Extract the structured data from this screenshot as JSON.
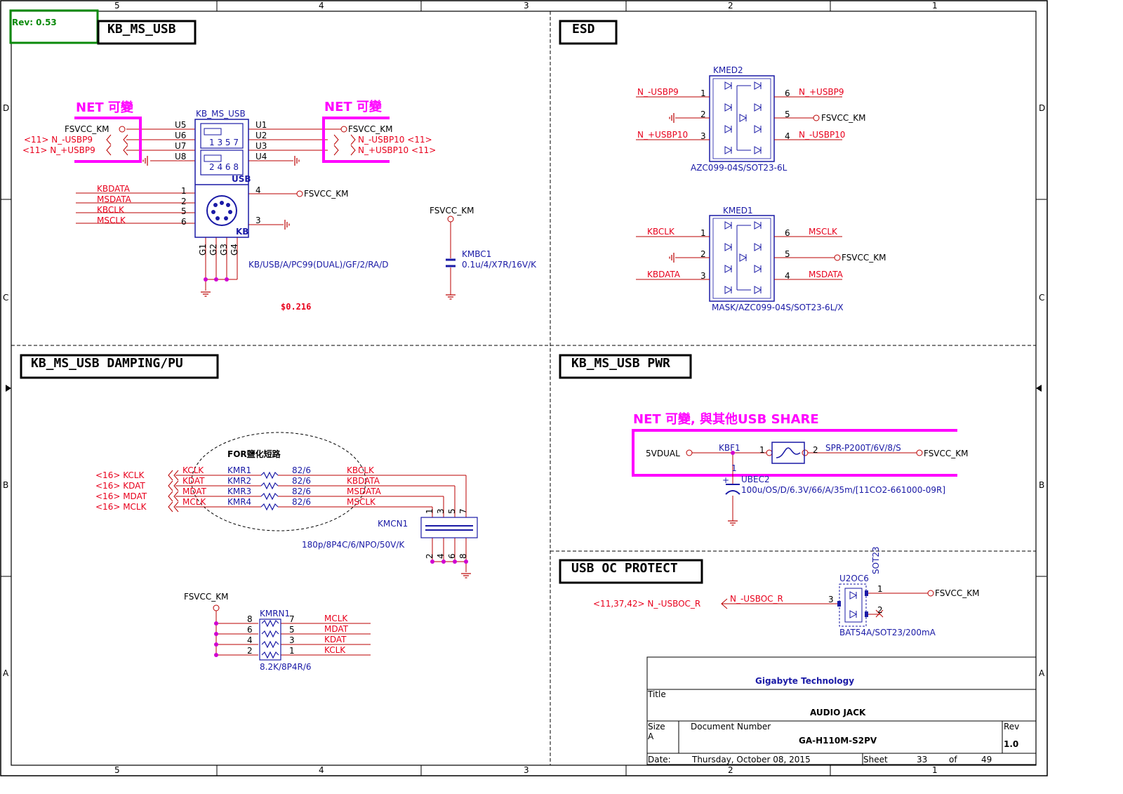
{
  "rev_box": "Rev: 0.53",
  "border": {
    "cols": [
      "5",
      "4",
      "3",
      "2",
      "1"
    ],
    "rows": [
      "D",
      "C",
      "B",
      "A"
    ]
  },
  "sections": {
    "kb_ms_usb": "KB_MS_USB",
    "esd": "ESD",
    "damping": "KB_MS_USB DAMPING/PU",
    "pwr": "KB_MS_USB PWR",
    "oc": "USB OC PROTECT"
  },
  "kbms": {
    "net_left": "NET 可變",
    "net_right": "NET 可變",
    "fsvcc_l": "FSVCC_KM",
    "fsvcc_r": "FSVCC_KM",
    "fsvcc_kb": "FSVCC_KM",
    "left_nets": [
      "<11> N_-USBP9",
      "<11> N_+USBP9"
    ],
    "right_nets": [
      "N_-USBP10  <11>",
      "N_+USBP10  <11>"
    ],
    "u_left": [
      "U5",
      "U6",
      "U7",
      "U8"
    ],
    "u_right": [
      "U1",
      "U2",
      "U3",
      "U4"
    ],
    "conn_ref": "KB_MS_USB",
    "usb_top": "1 3 5 7",
    "usb_bot": "2 4 6 8",
    "usb_lbl": "USB",
    "kb_lbl": "KB",
    "kb_nets": [
      "KBDATA",
      "MSDATA",
      "KBCLK",
      "MSCLK"
    ],
    "kb_pins": [
      "1",
      "2",
      "5",
      "6"
    ],
    "pin4": "4",
    "pin3": "3",
    "gnd_pins": [
      "G1",
      "G2",
      "G3",
      "G4"
    ],
    "part": "KB/USB/A/PC99(DUAL)/GF/2/RA/D",
    "price": "$0.216",
    "cap_net": "FSVCC_KM",
    "cap_ref": "KMBC1",
    "cap_val": "0.1u/4/X7R/16V/K"
  },
  "esd": {
    "ic1": {
      "ref": "KMED2",
      "l1": "N_-USBP9",
      "l3": "N_+USBP10",
      "r6": "N_+USBP9",
      "r5": "FSVCC_KM",
      "r4": "N_-USBP10",
      "part": "AZC099-04S/SOT23-6L"
    },
    "ic2": {
      "ref": "KMED1",
      "l1": "KBCLK",
      "l3": "KBDATA",
      "r6": "MSCLK",
      "r5": "FSVCC_KM",
      "r4": "MSDATA",
      "part": "MASK/AZC099-04S/SOT23-6L/X"
    },
    "pins": [
      "1",
      "2",
      "3",
      "6",
      "5",
      "4"
    ]
  },
  "damp": {
    "note": "FOR鹽化短路",
    "in_nets": [
      "<16> KCLK",
      "<16> KDAT",
      "<16> MDAT",
      "<16> MCLK"
    ],
    "local": [
      "KCLK",
      "KDAT",
      "MDAT",
      "MCLK"
    ],
    "res": [
      "KMR1",
      "KMR2",
      "KMR3",
      "KMR4"
    ],
    "val": "82/6",
    "out_nets": [
      "KBCLK",
      "KBDATA",
      "MSDATA",
      "MSCLK"
    ],
    "cn_ref": "KMCN1",
    "cn_val": "180p/8P4C/6/NPO/50V/K",
    "cn_top": [
      "1",
      "3",
      "5",
      "7"
    ],
    "cn_bot": [
      "2",
      "4",
      "6",
      "8"
    ],
    "pu_net": "FSVCC_KM",
    "rn_ref": "KMRN1",
    "rn_val": "8.2K/8P4R/6",
    "rn_lpins": [
      "8",
      "6",
      "4",
      "2"
    ],
    "rn_rpins": [
      "7",
      "5",
      "3",
      "1"
    ],
    "rn_nets": [
      "MCLK",
      "MDAT",
      "KDAT",
      "KCLK"
    ]
  },
  "pwr": {
    "note": "NET 可變, 與其他USB SHARE",
    "in": "5VDUAL",
    "fuse_ref": "KBF1",
    "fuse_val": "SPR-P200T/6V/8/S",
    "out": "FSVCC_KM",
    "p1": "1",
    "p2": "2",
    "cp1": "1",
    "cap_ref": "UBEC2",
    "cap_val": "100u/OS/D/6.3V/66/A/35m/[11CO2-661000-09R]"
  },
  "oc": {
    "net": "<11,37,42> N_-USBOC_R",
    "local": "N_-USBOC_R",
    "ref": "U2OC6",
    "pkg": "SOT23",
    "part": "BAT54A/SOT23/200mA",
    "out": "FSVCC_KM",
    "p1": "1",
    "p2": "2",
    "p3": "3"
  },
  "title_block": {
    "company": "Gigabyte Technology",
    "title_lbl": "Title",
    "title": "AUDIO JACK",
    "size_lbl": "Size",
    "size": "A",
    "docnum_lbl": "Document Number",
    "docnum": "GA-H110M-S2PV",
    "rev_lbl": "Rev",
    "rev": "1.0",
    "date_lbl": "Date:",
    "date": "Thursday, October 08, 2015",
    "sheet_lbl": "Sheet",
    "sheet": "33",
    "of_lbl": "of",
    "total": "49"
  },
  "colors": {
    "net": "#e8001c",
    "part": "#1a1aa6",
    "note": "#ff00ff",
    "rev": "#0a8a0a"
  }
}
